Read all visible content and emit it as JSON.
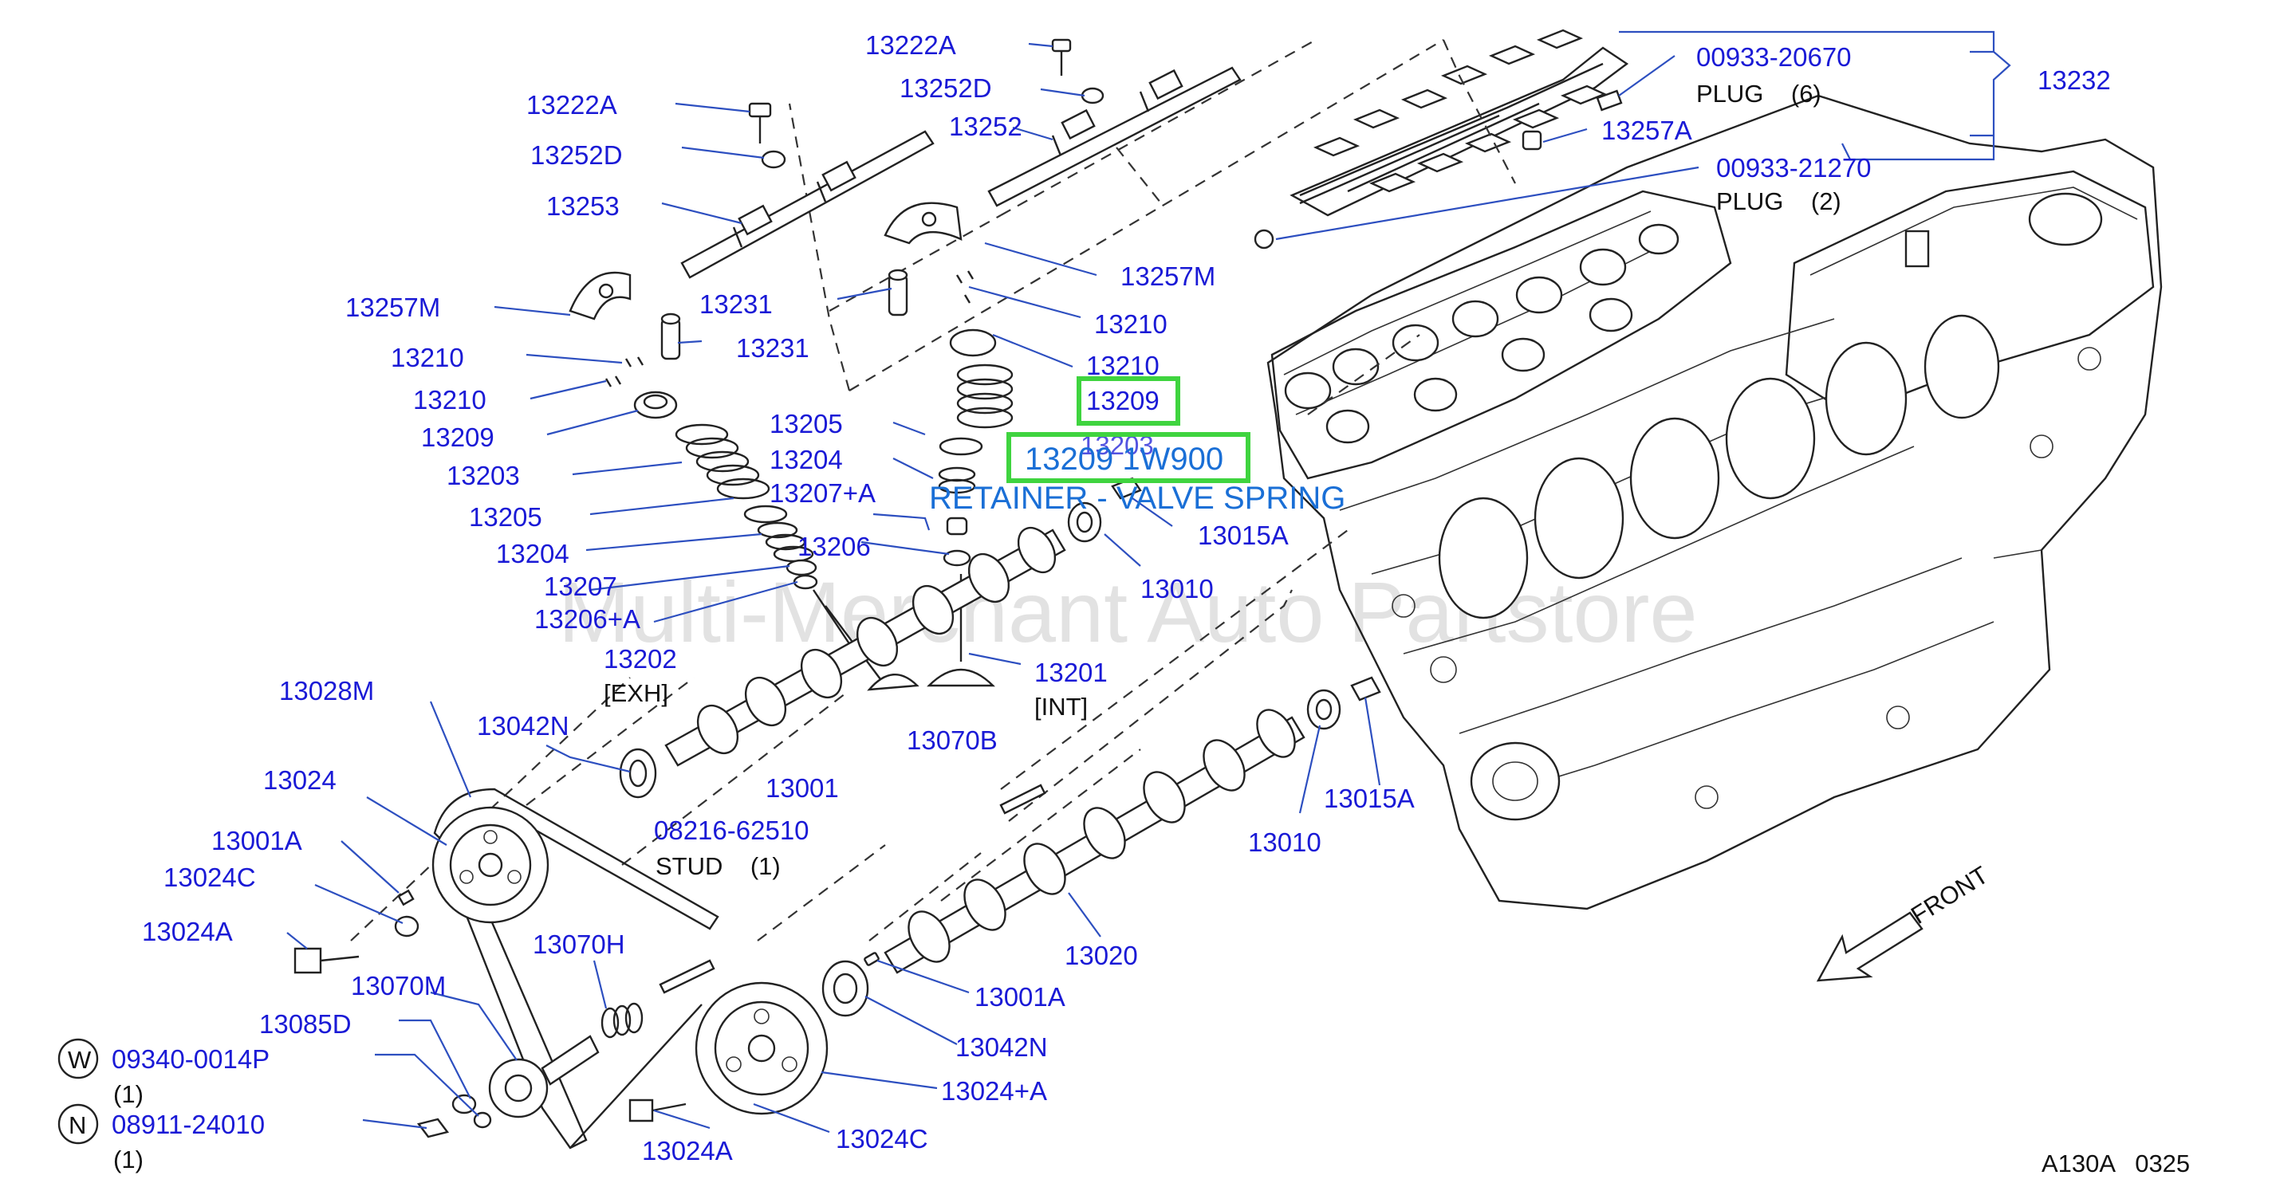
{
  "labels": [
    {
      "id": "13222A-top",
      "text": "13222A"
    },
    {
      "id": "13252D-top",
      "text": "13252D"
    },
    {
      "id": "13252-top",
      "text": "13252"
    },
    {
      "id": "13222A-left",
      "text": "13222A"
    },
    {
      "id": "13252D-left",
      "text": "13252D"
    },
    {
      "id": "13253",
      "text": "13253"
    },
    {
      "id": "13257M-left",
      "text": "13257M"
    },
    {
      "id": "13231-a",
      "text": "13231"
    },
    {
      "id": "13231-b",
      "text": "13231"
    },
    {
      "id": "13210-a",
      "text": "13210"
    },
    {
      "id": "13210-b",
      "text": "13210"
    },
    {
      "id": "13209-left",
      "text": "13209"
    },
    {
      "id": "13203-left",
      "text": "13203"
    },
    {
      "id": "13205-left",
      "text": "13205"
    },
    {
      "id": "13204-left",
      "text": "13204"
    },
    {
      "id": "13207-left",
      "text": "13207"
    },
    {
      "id": "13206A-left",
      "text": "13206+A"
    },
    {
      "id": "13202",
      "text": "13202"
    },
    {
      "id": "13257M-right",
      "text": "13257M"
    },
    {
      "id": "13210-c",
      "text": "13210"
    },
    {
      "id": "13210-d",
      "text": "13210"
    },
    {
      "id": "13205-mid",
      "text": "13205"
    },
    {
      "id": "13204-mid",
      "text": "13204"
    },
    {
      "id": "13207A-mid",
      "text": "13207+A"
    },
    {
      "id": "13206-mid",
      "text": "13206"
    },
    {
      "id": "13203-mid",
      "text": "13203"
    },
    {
      "id": "13015A-top",
      "text": "13015A"
    },
    {
      "id": "13010-top",
      "text": "13010"
    },
    {
      "id": "13201",
      "text": "13201"
    },
    {
      "id": "13028M",
      "text": "13028M"
    },
    {
      "id": "13042N-top",
      "text": "13042N"
    },
    {
      "id": "13001",
      "text": "13001"
    },
    {
      "id": "13070B",
      "text": "13070B"
    },
    {
      "id": "08216-62510",
      "text": "08216-62510"
    },
    {
      "id": "13024",
      "text": "13024"
    },
    {
      "id": "13001A-left",
      "text": "13001A"
    },
    {
      "id": "13024C-left",
      "text": "13024C"
    },
    {
      "id": "13024A-left",
      "text": "13024A"
    },
    {
      "id": "13070H",
      "text": "13070H"
    },
    {
      "id": "13070M",
      "text": "13070M"
    },
    {
      "id": "13085D",
      "text": "13085D"
    },
    {
      "id": "09340-0014P",
      "text": "09340-0014P"
    },
    {
      "id": "08911-24010",
      "text": "08911-24010"
    },
    {
      "id": "13024A-bottom",
      "text": "13024A"
    },
    {
      "id": "13024C-bottom",
      "text": "13024C"
    },
    {
      "id": "13024A-plus",
      "text": "13024+A"
    },
    {
      "id": "13042N-bottom",
      "text": "13042N"
    },
    {
      "id": "13001A-bottom",
      "text": "13001A"
    },
    {
      "id": "13020",
      "text": "13020"
    },
    {
      "id": "13010-bottom",
      "text": "13010"
    },
    {
      "id": "13015A-bottom",
      "text": "13015A"
    },
    {
      "id": "00933-20670",
      "text": "00933-20670"
    },
    {
      "id": "13257A",
      "text": "13257A"
    },
    {
      "id": "00933-21270",
      "text": "00933-21270"
    },
    {
      "id": "13232",
      "text": "13232"
    }
  ],
  "notes": {
    "plug6": "PLUG    (6)",
    "plug2": "PLUG    (2)",
    "exh": "[EXH]",
    "int": "[INT]",
    "stud": "STUD    (1)",
    "qty_w": "(1)",
    "qty_n": "(1)",
    "circle_w": "W",
    "circle_n": "N",
    "front": "FRONT",
    "diagram_code": "A130A   0325",
    "watermark": "Multi-Merchant Auto Partstore"
  },
  "highlight": {
    "callout": "13209",
    "part_number": "13209-1W900",
    "part_number_display": "13209 1W900",
    "description": "RETAINER - VALVE SPRING",
    "box_color": "#3fd43f",
    "text_color": "#1a6fd6"
  },
  "colors": {
    "label": "#1a1ad6",
    "leader": "#2d4fc0",
    "ink": "#222222"
  }
}
